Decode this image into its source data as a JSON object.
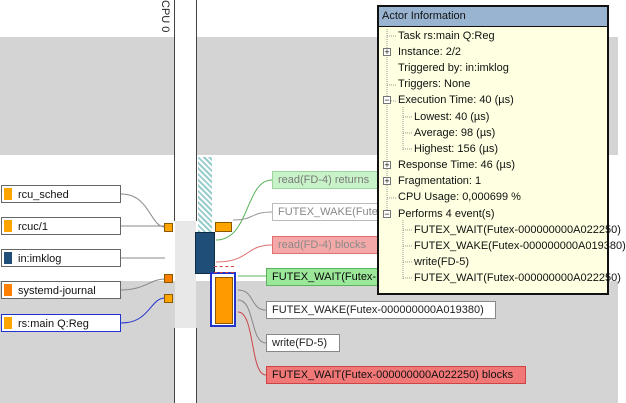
{
  "channel": {
    "label": "CPU 0"
  },
  "actors": [
    {
      "label": "rcu_sched",
      "color": "#ffa500",
      "selected": false
    },
    {
      "label": "rcuc/1",
      "color": "#ffa500",
      "selected": false
    },
    {
      "label": "in:imklog",
      "color": "#1f4e79",
      "selected": false
    },
    {
      "label": "systemd-journal",
      "color": "#ff7f00",
      "selected": false
    },
    {
      "label": "rs:main Q:Reg",
      "color": "#ffa500",
      "selected": true
    }
  ],
  "events": [
    {
      "label": "read(FD-4) returns",
      "style": "green-faded"
    },
    {
      "label": "FUTEX_WAKE(Futex-",
      "style": "faded"
    },
    {
      "label": "read(FD-4) blocks",
      "style": "red-faded"
    },
    {
      "label": "FUTEX_WAIT(Futex-",
      "style": "green"
    },
    {
      "label": "FUTEX_WAKE(Futex-000000000A019380)",
      "style": "plain"
    },
    {
      "label": "write(FD-5)",
      "style": "plain"
    },
    {
      "label": "FUTEX_WAIT(Futex-000000000A022250) blocks",
      "style": "red"
    }
  ],
  "panel": {
    "title": "Actor Information",
    "items": [
      {
        "label": "Task rs:main Q:Reg",
        "expander": ""
      },
      {
        "label": "Instance: 2/2",
        "expander": "+"
      },
      {
        "label": "Triggered by: in:imklog",
        "expander": ""
      },
      {
        "label": "Triggers: None",
        "expander": ""
      },
      {
        "label": "Execution Time: 40 (µs)",
        "expander": "-"
      },
      {
        "label": "Lowest: 40 (µs)",
        "expander": ""
      },
      {
        "label": "Average: 98 (µs)",
        "expander": ""
      },
      {
        "label": "Highest: 156 (µs)",
        "expander": ""
      },
      {
        "label": "Response Time: 46 (µs)",
        "expander": "+"
      },
      {
        "label": "Fragmentation: 1",
        "expander": "+"
      },
      {
        "label": "CPU Usage: 0,000699 %",
        "expander": ""
      },
      {
        "label": "Performs 4 event(s)",
        "expander": "-"
      },
      {
        "label": "FUTEX_WAIT(Futex-000000000A022250)",
        "expander": ""
      },
      {
        "label": "FUTEX_WAKE(Futex-000000000A019380)",
        "expander": ""
      },
      {
        "label": "write(FD-5)",
        "expander": ""
      },
      {
        "label": "FUTEX_WAIT(Futex-000000000A022250)",
        "expander": ""
      }
    ]
  }
}
